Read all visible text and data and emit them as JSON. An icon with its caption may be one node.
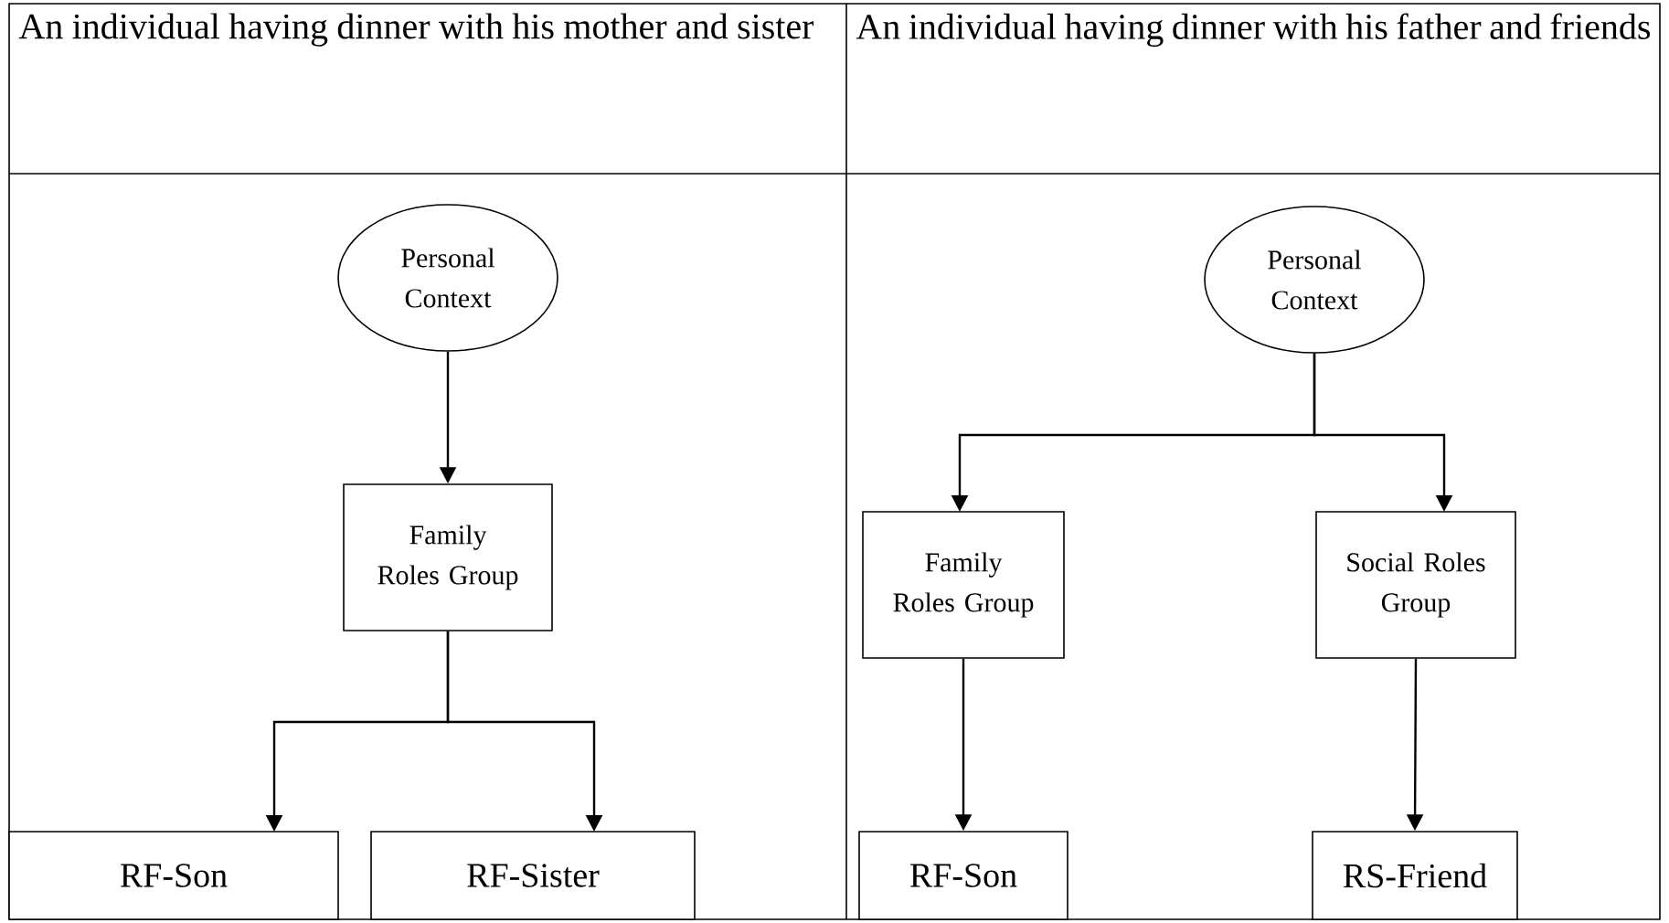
{
  "diagram": {
    "nodes": [
      {
        "text": [
          "Personal Context"
        ]
      },
      {
        "text": [
          "Family Roles Group"
        ]
      },
      {
        "text": [
          "RF-Son"
        ]
      },
      {
        "text": [
          "RF-Sister"
        ]
      },
      {
        "text": [
          "Personal Context"
        ]
      },
      {
        "text": [
          "Family Roles Group"
        ]
      },
      {
        "text": [
          "Social Roles Group"
        ]
      },
      {
        "text": [
          "RF-Son"
        ]
      },
      {
        "text": [
          "RS-Friend"
        ]
      }
    ],
    "edges": [
      {
        "from": 0,
        "to": 1,
        "arrow": "to"
      },
      {
        "from": 1,
        "to": 2,
        "arrow": "to"
      },
      {
        "from": 1,
        "to": 3,
        "arrow": "to"
      },
      {
        "from": 4,
        "to": 5,
        "arrow": "to"
      },
      {
        "from": 4,
        "to": 6,
        "arrow": "to"
      },
      {
        "from": 5,
        "to": 7,
        "arrow": "to"
      },
      {
        "from": 6,
        "to": 8,
        "arrow": "to"
      }
    ],
    "labels": [
      "An individual having dinner with his mother and sister",
      "An individual having dinner with his father and friends"
    ]
  }
}
